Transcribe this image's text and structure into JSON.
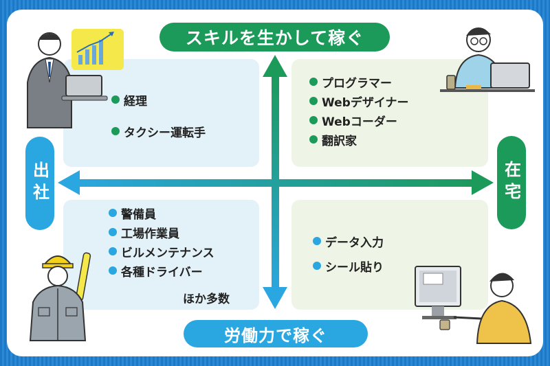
{
  "axes": {
    "top": "スキルを生かして稼ぐ",
    "bottom": "労働力で稼ぐ",
    "left": "出社",
    "right": "在宅"
  },
  "quadrants": {
    "top_left": {
      "items": [
        "経理",
        "タクシー運転手"
      ]
    },
    "top_right": {
      "items": [
        "プログラマー",
        "Webデザイナー",
        "Webコーダー",
        "翻訳家"
      ]
    },
    "bottom_left": {
      "items": [
        "警備員",
        "工場作業員",
        "ビルメンテナンス",
        "各種ドライバー"
      ],
      "extra": "ほか多数"
    },
    "bottom_right": {
      "items": [
        "データ入力",
        "シール貼り"
      ]
    }
  },
  "colors": {
    "green": "#1c9a5a",
    "blue": "#2aa6e0",
    "frame": "#1f7fcf"
  },
  "illustrations": [
    "office-worker",
    "rising-chart",
    "home-worker-coffee",
    "security-guard",
    "remote-worker-monitor"
  ]
}
